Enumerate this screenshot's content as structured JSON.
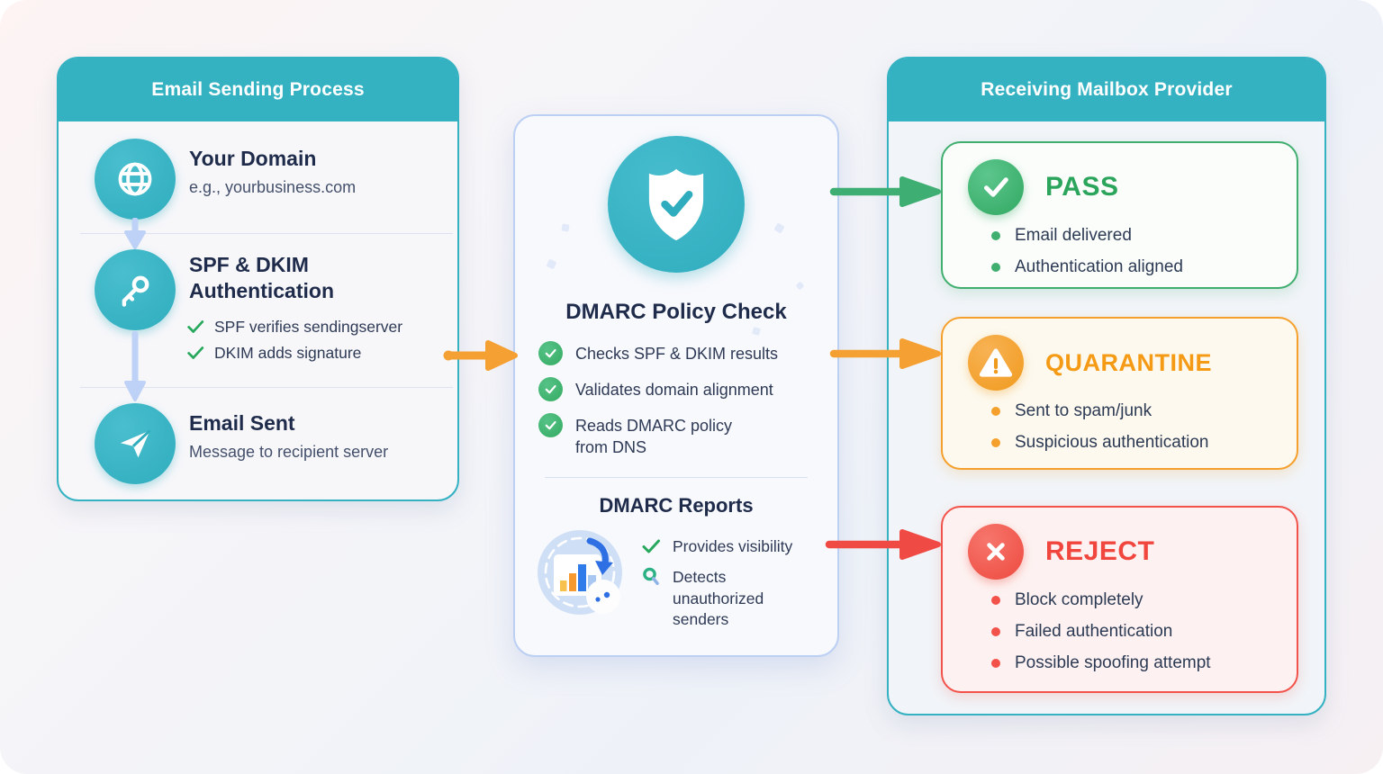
{
  "left_panel": {
    "title": "Email Sending Process",
    "steps": [
      {
        "icon": "globe-icon",
        "title": "Your Domain",
        "subtitle": "e.g., yourbusiness.com"
      },
      {
        "icon": "key-icon",
        "title": "SPF & DKIM Authentication",
        "checks": [
          "SPF verifies sendingserver",
          "DKIM adds signature"
        ]
      },
      {
        "icon": "send-icon",
        "title": "Email Sent",
        "subtitle": "Message to recipient server"
      }
    ]
  },
  "center_panel": {
    "icon": "shield-check-icon",
    "title": "DMARC Policy Check",
    "checks": [
      "Checks SPF & DKIM results",
      "Validates domain alignment",
      "Reads DMARC policy from DNS"
    ],
    "reports": {
      "title": "DMARC Reports",
      "illustration": "bar-chart-report-icon",
      "items": [
        {
          "icon": "check-icon",
          "text": "Provides visibility"
        },
        {
          "icon": "magnifier-icon",
          "text": "Detects unauthorized senders"
        }
      ]
    }
  },
  "right_panel": {
    "title": "Receiving Mailbox Provider",
    "outcomes": [
      {
        "label": "PASS",
        "icon": "check-circle-icon",
        "color": "#2ba55b",
        "bullets": [
          "Email delivered",
          "Authentication aligned"
        ]
      },
      {
        "label": "QUARANTINE",
        "icon": "warning-triangle-icon",
        "color": "#f59a15",
        "bullets": [
          "Sent to spam/junk",
          "Suspicious authentication"
        ]
      },
      {
        "label": "REJECT",
        "icon": "x-circle-icon",
        "color": "#f0463e",
        "bullets": [
          "Block completely",
          "Failed authentication",
          "Possible spoofing attempt"
        ]
      }
    ]
  },
  "arrows": [
    {
      "name": "sending-to-dmarc",
      "color": "#f5a033"
    },
    {
      "name": "dmarc-to-pass",
      "color": "#3fae72"
    },
    {
      "name": "dmarc-to-quarantine",
      "color": "#f5a033"
    },
    {
      "name": "dmarc-to-reject",
      "color": "#ef4b44"
    }
  ],
  "colors": {
    "teal": "#35b2c2",
    "navy_text": "#1f2b4a",
    "body_text": "#2e3a55",
    "green": "#35ab63",
    "orange": "#f5a02c",
    "red": "#f2524a",
    "light_blue_arrow": "#bed1f6"
  }
}
